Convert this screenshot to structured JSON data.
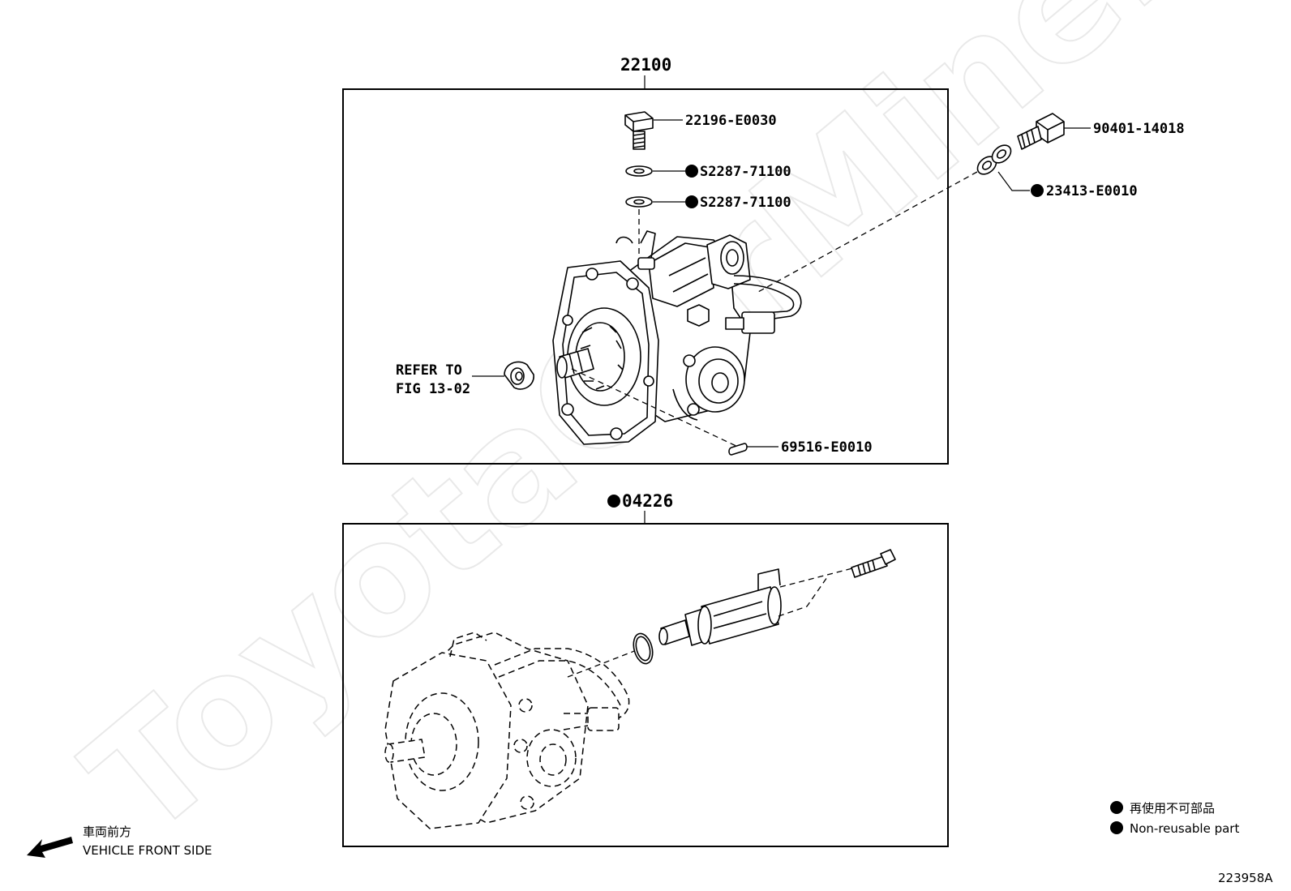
{
  "watermark": "ToyotaCarMine.ru",
  "upper_group": {
    "number": "22100",
    "parts": [
      {
        "number": "22196-E0030",
        "non_reusable": false
      },
      {
        "number": "S2287-71100",
        "non_reusable": true
      },
      {
        "number": "S2287-71100",
        "non_reusable": true
      },
      {
        "number": "90401-14018",
        "non_reusable": false
      },
      {
        "number": "23413-E0010",
        "non_reusable": true
      },
      {
        "number": "69516-E0010",
        "non_reusable": false
      }
    ],
    "refer_line1": "REFER TO",
    "refer_line2": "FIG 13-02"
  },
  "lower_group": {
    "number": "04226",
    "non_reusable": true
  },
  "direction": {
    "japanese": "車両前方",
    "english": "VEHICLE FRONT SIDE",
    "icon": "arrow-left-down-icon"
  },
  "legend": {
    "japanese": "再使用不可部品",
    "english": "Non-reusable part",
    "marker_icon": "filled-circle-icon"
  },
  "figure_code": "223958A"
}
